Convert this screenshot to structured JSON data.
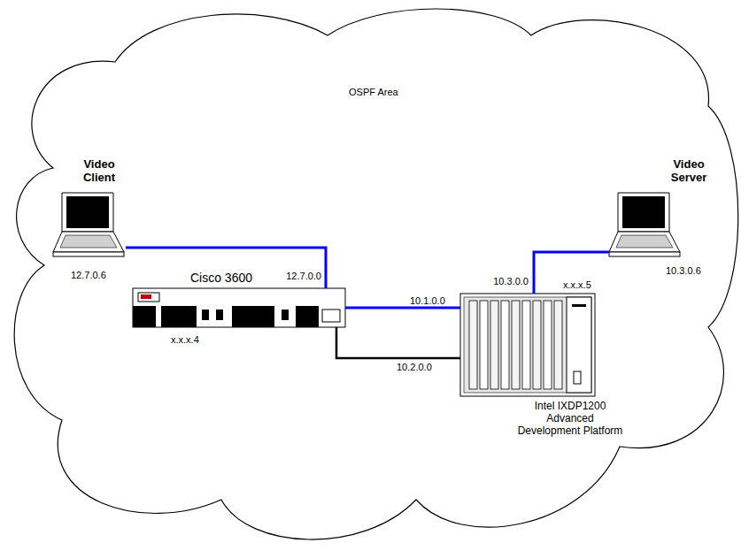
{
  "diagram": {
    "nodes": [
      {
        "text": [
          "Video Client"
        ]
      },
      {
        "text": [
          "Cisco 3600"
        ]
      },
      {
        "text": [
          "Intel IXDP1200 Advanced Development Platform"
        ]
      },
      {
        "text": [
          "Video Server"
        ]
      }
    ],
    "edges": [
      {
        "from": 0,
        "to": 1,
        "arrow": "none",
        "label": "12.7.0.0"
      },
      {
        "from": 1,
        "to": 2,
        "arrow": "none",
        "label": "10.1.0.0"
      },
      {
        "from": 1,
        "to": 2,
        "arrow": "none",
        "label": "10.2.0.0"
      },
      {
        "from": 2,
        "to": 3,
        "arrow": "none",
        "label": "10.3.0.0"
      }
    ],
    "labels": [
      "OSPF Area",
      "12.7.0.6",
      "10.3.0.6",
      "x.x.x.4",
      "x.x.x.5"
    ]
  }
}
